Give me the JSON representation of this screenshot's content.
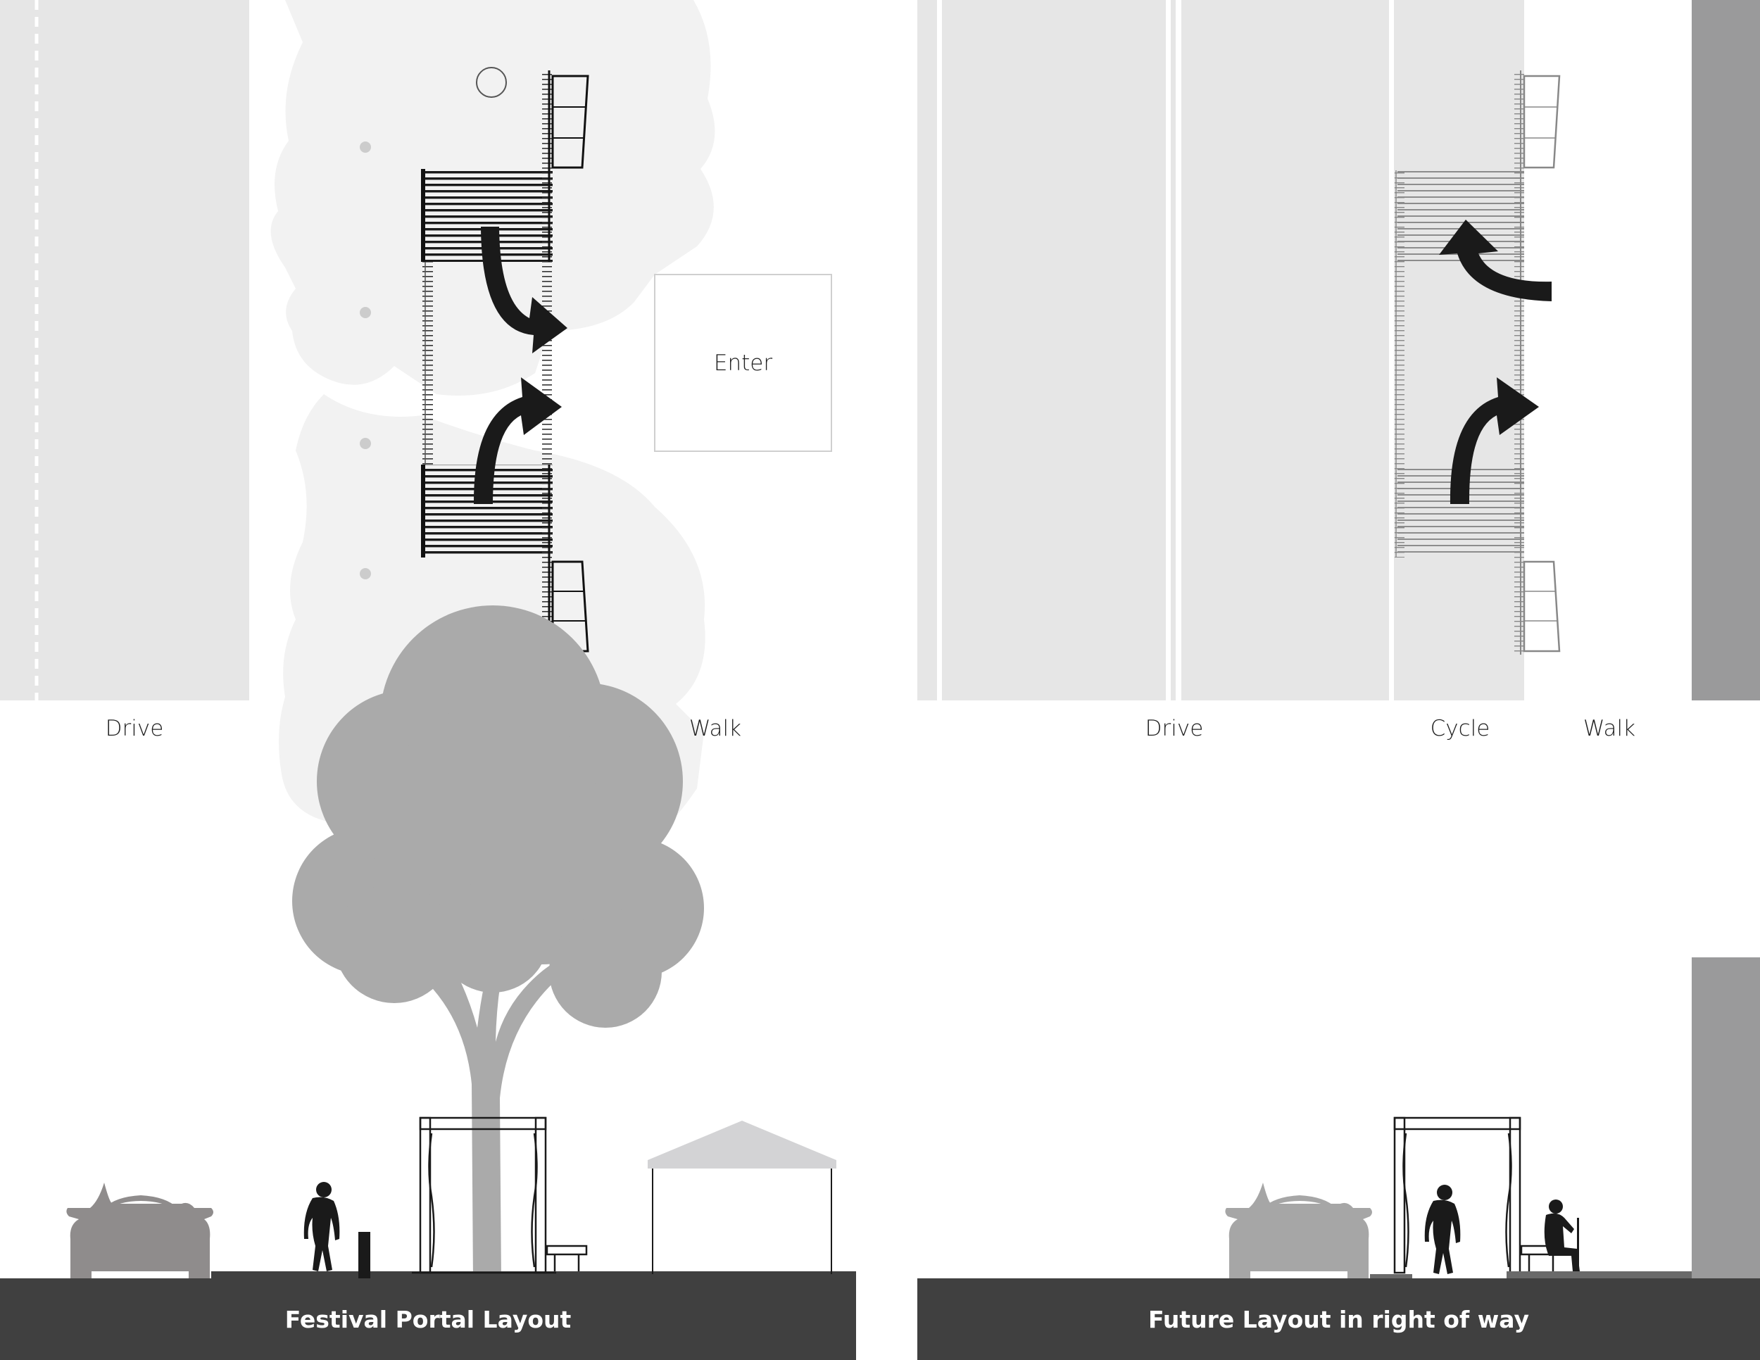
{
  "left_panel": {
    "lane_labels": {
      "drive": "Drive",
      "walk": "Walk"
    },
    "enter_label": "Enter",
    "caption": "Festival Portal Layout"
  },
  "right_panel": {
    "lane_labels": {
      "drive": "Drive",
      "cycle": "Cycle",
      "walk": "Walk"
    },
    "caption": "Future Layout in right of way"
  },
  "colors": {
    "lane_fill": "#e6e6e6",
    "tree_canopy_plan": "#f2f2f2",
    "tree_section": "#aaaaaa",
    "ground_bar": "#404040",
    "building": "#9a9a9b",
    "car": "#8f8c8c",
    "tent": "#d3d3d5",
    "arrow": "#1a1a1a"
  }
}
